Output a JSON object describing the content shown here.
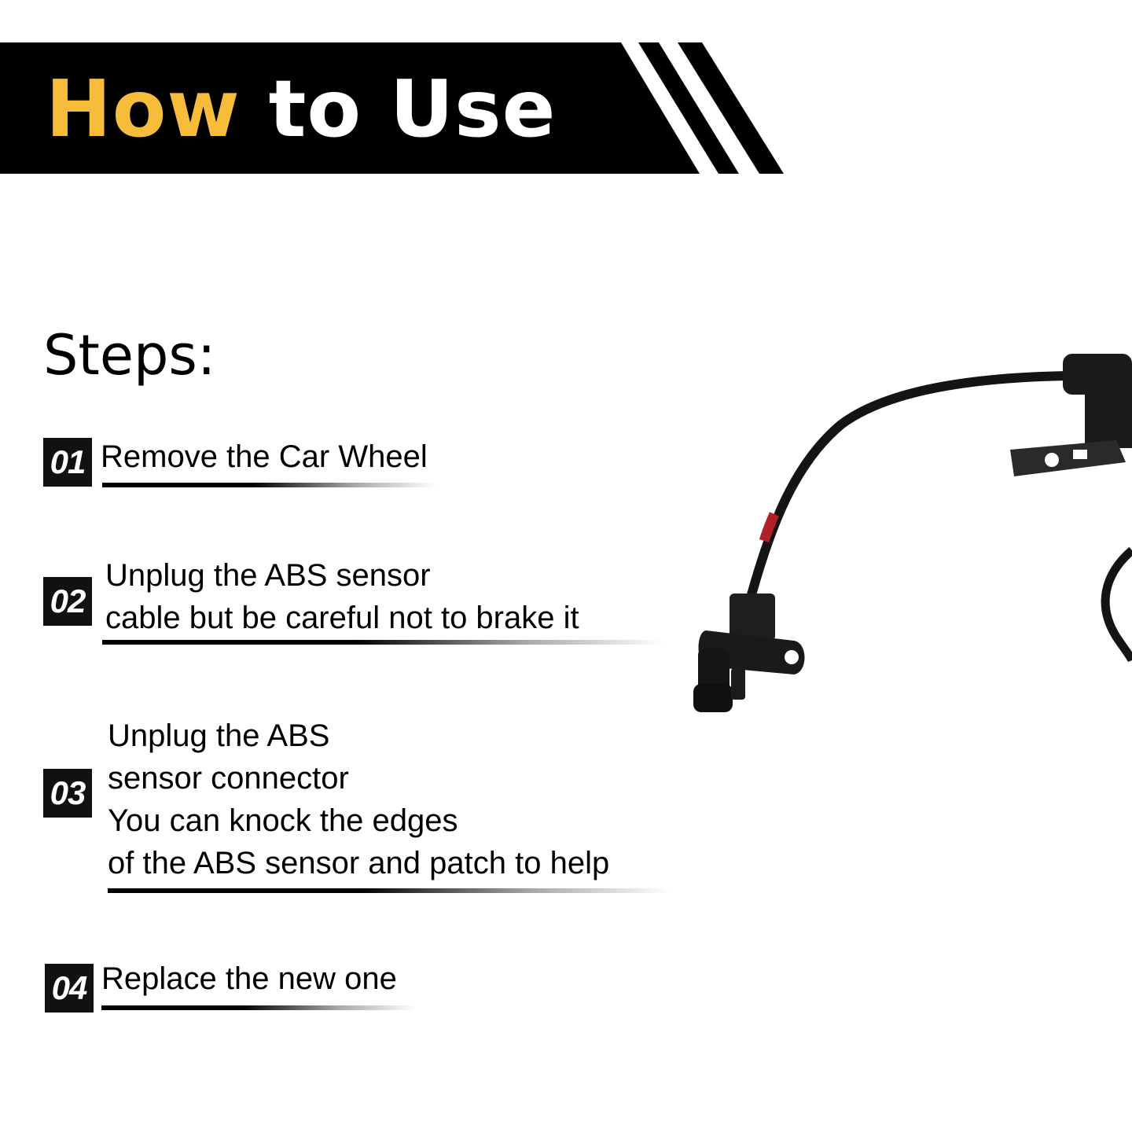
{
  "banner": {
    "title_highlight": "How",
    "title_rest": "to Use",
    "highlight_color": "#f7bd3a"
  },
  "steps_heading": "Steps:",
  "steps": [
    {
      "number": "01",
      "lines": [
        "Remove the Car Wheel"
      ]
    },
    {
      "number": "02",
      "lines": [
        "Unplug the ABS sensor",
        "cable but be careful not to brake it"
      ]
    },
    {
      "number": "03",
      "lines": [
        "Unplug the ABS",
        "sensor connector",
        "You can knock the edges",
        "of the ABS sensor and patch to help"
      ]
    },
    {
      "number": "04",
      "lines": [
        "Replace the new one"
      ]
    }
  ],
  "product_image": {
    "icon": "abs-sensor-icon"
  }
}
